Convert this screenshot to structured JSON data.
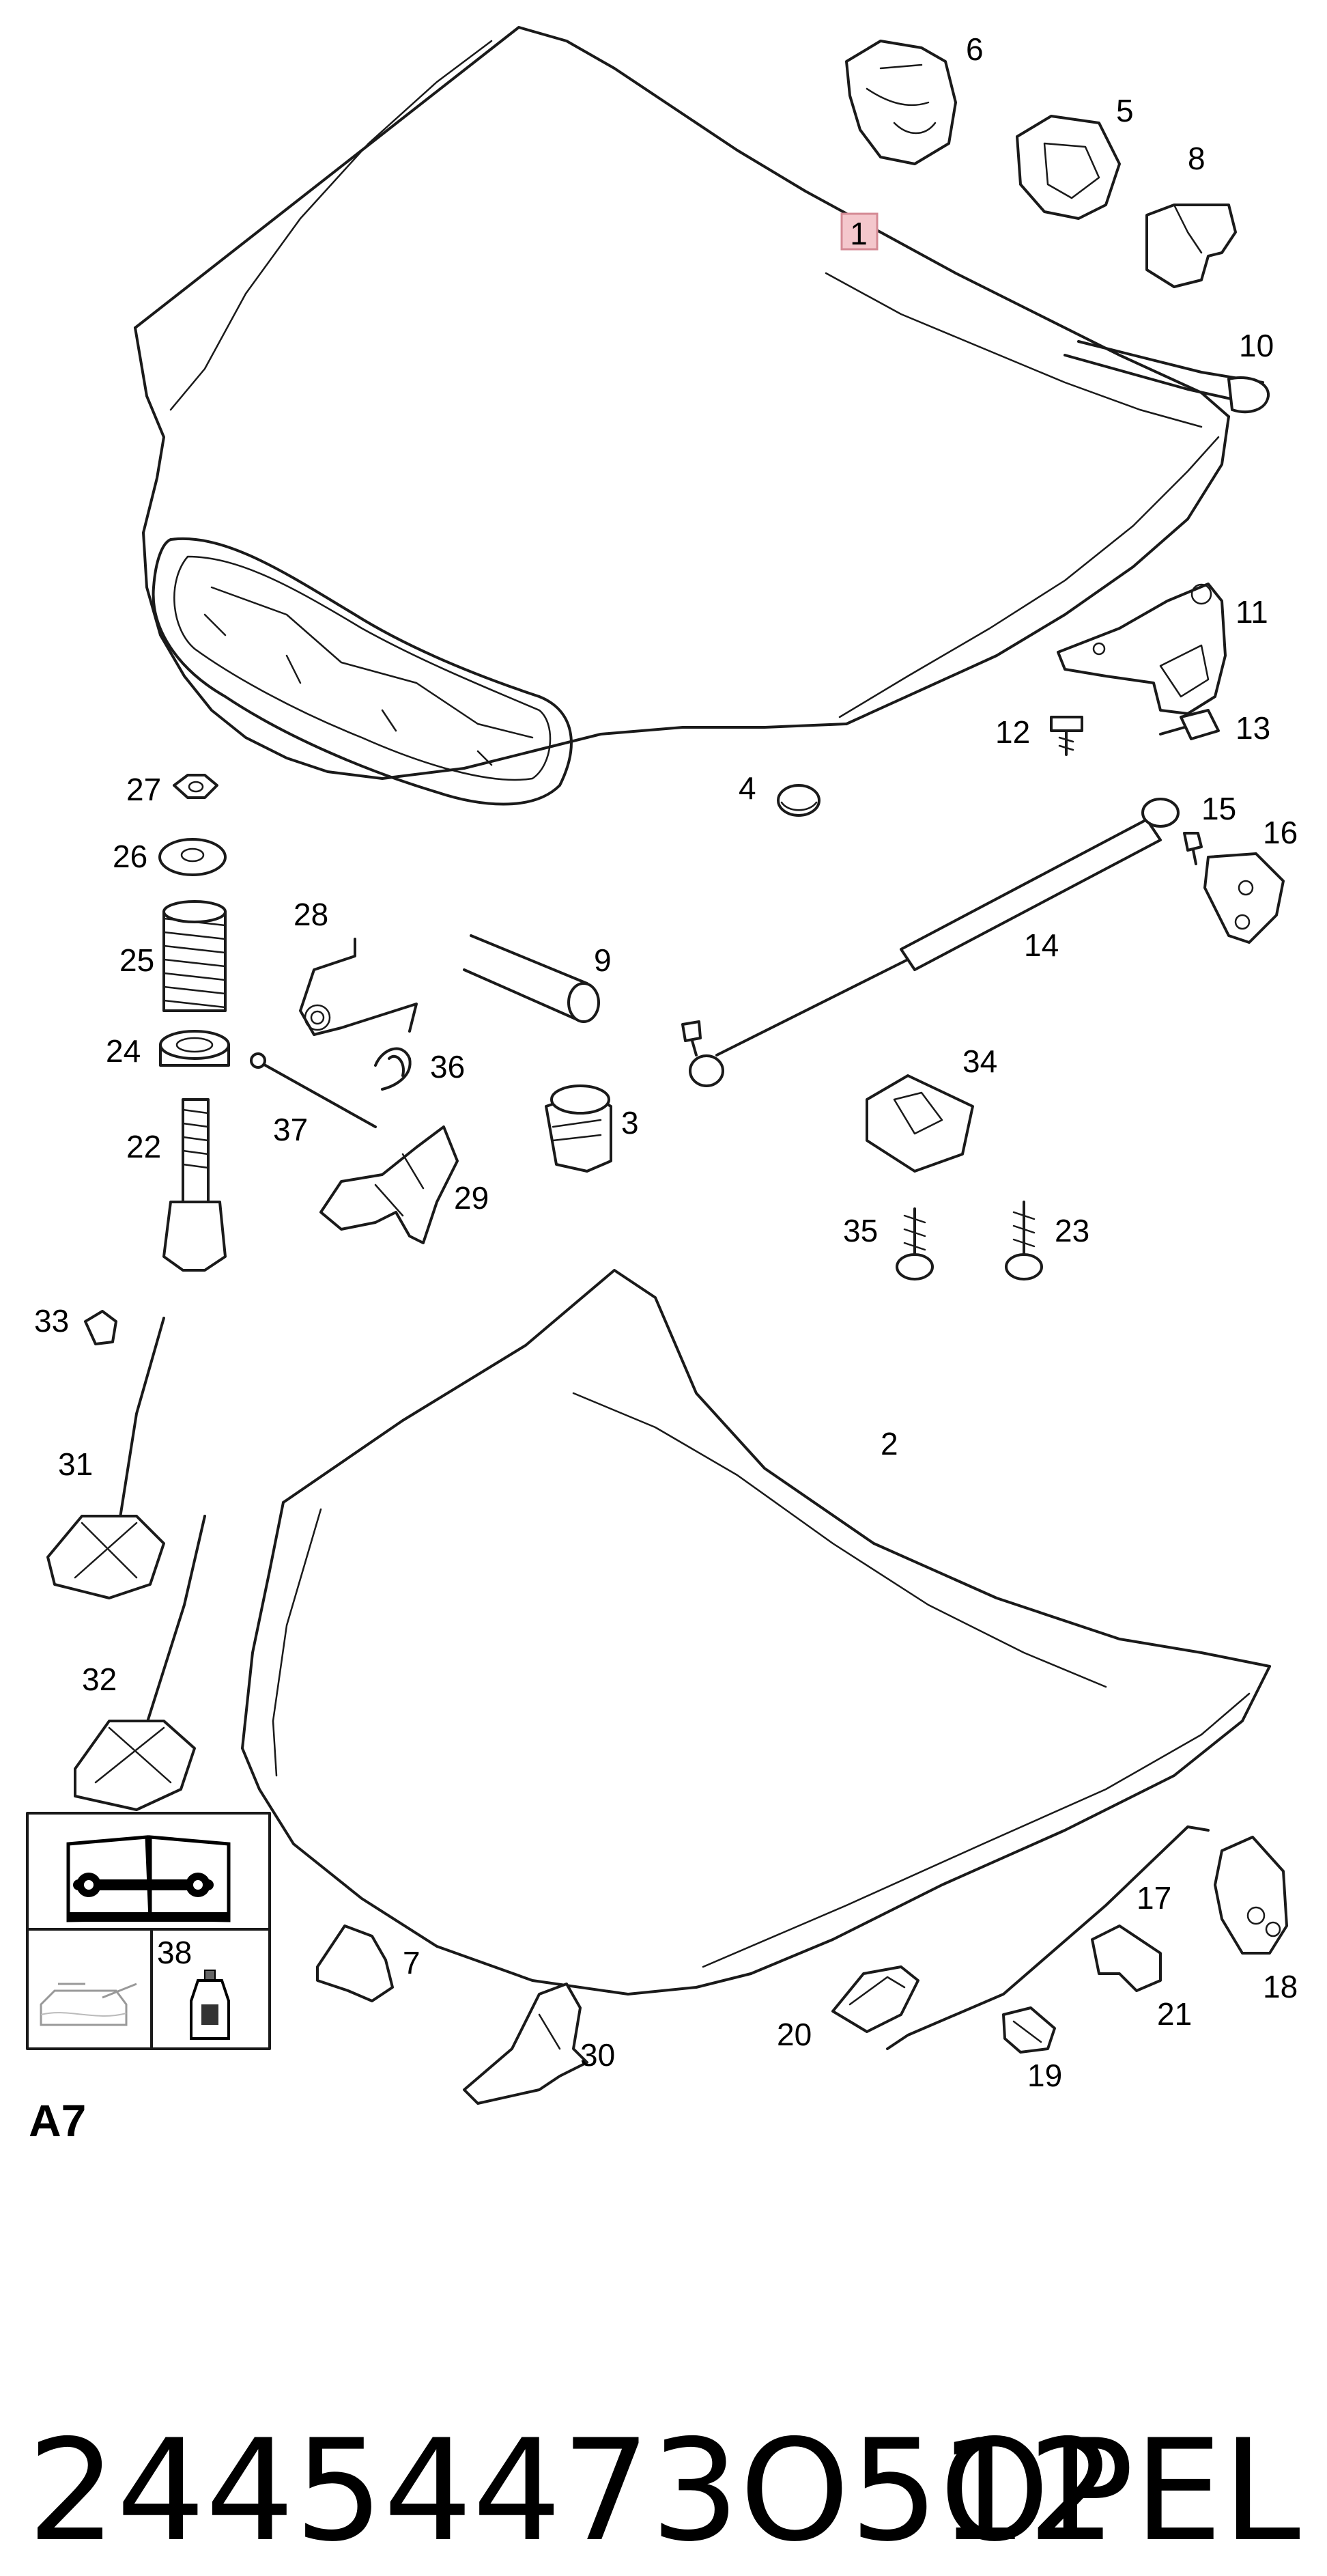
{
  "part_labels": [
    "1",
    "2",
    "3",
    "4",
    "5",
    "6",
    "7",
    "8",
    "9",
    "10",
    "11",
    "12",
    "13",
    "14",
    "15",
    "16",
    "17",
    "18",
    "19",
    "20",
    "21",
    "22",
    "23",
    "24",
    "25",
    "26",
    "27",
    "28",
    "29",
    "30",
    "31",
    "32",
    "33",
    "34",
    "35",
    "36",
    "37",
    "38"
  ],
  "highlight_color": "#f4c7cc",
  "section_code": "A7",
  "part_number": "24454473O512",
  "brand": "OPEL",
  "icons": [
    "workshop-manual-icon",
    "lubricant-icon",
    "adhesive-bottle-icon"
  ]
}
